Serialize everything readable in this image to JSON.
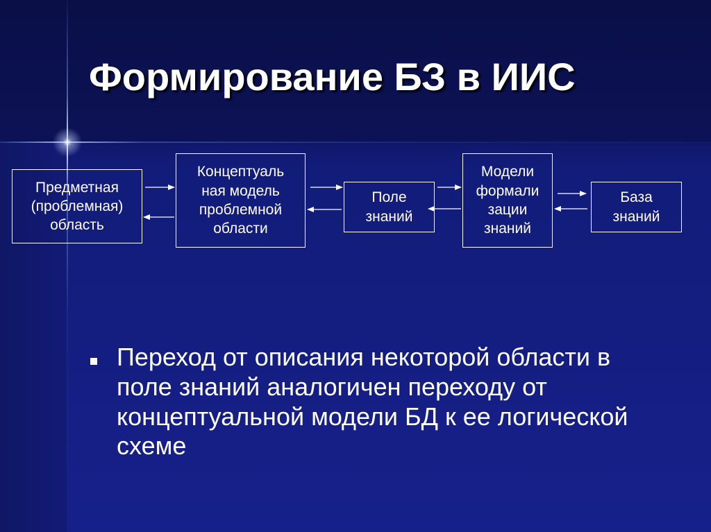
{
  "slide": {
    "title": "Формирование БЗ в ИИС",
    "bullet": "Переход от описания некоторой области в поле знаний аналогичен переходу от концептуальной модели БД к ее логической схеме"
  },
  "diagram": {
    "boxes": [
      {
        "id": "subject-area",
        "label": "Предметная\n(проблемная)\nобласть"
      },
      {
        "id": "conceptual-model",
        "label": "Концептуаль\nная модель\nпроблемной\nобласти"
      },
      {
        "id": "knowledge-field",
        "label": "Поле\nзнаний"
      },
      {
        "id": "formalization-models",
        "label": "Модели\nформали\nзации\nзнаний"
      },
      {
        "id": "knowledge-base",
        "label": "База\nзнаний"
      }
    ]
  },
  "colors": {
    "background": "#16208a",
    "text": "#ffffff",
    "lines": "#ffffff"
  }
}
